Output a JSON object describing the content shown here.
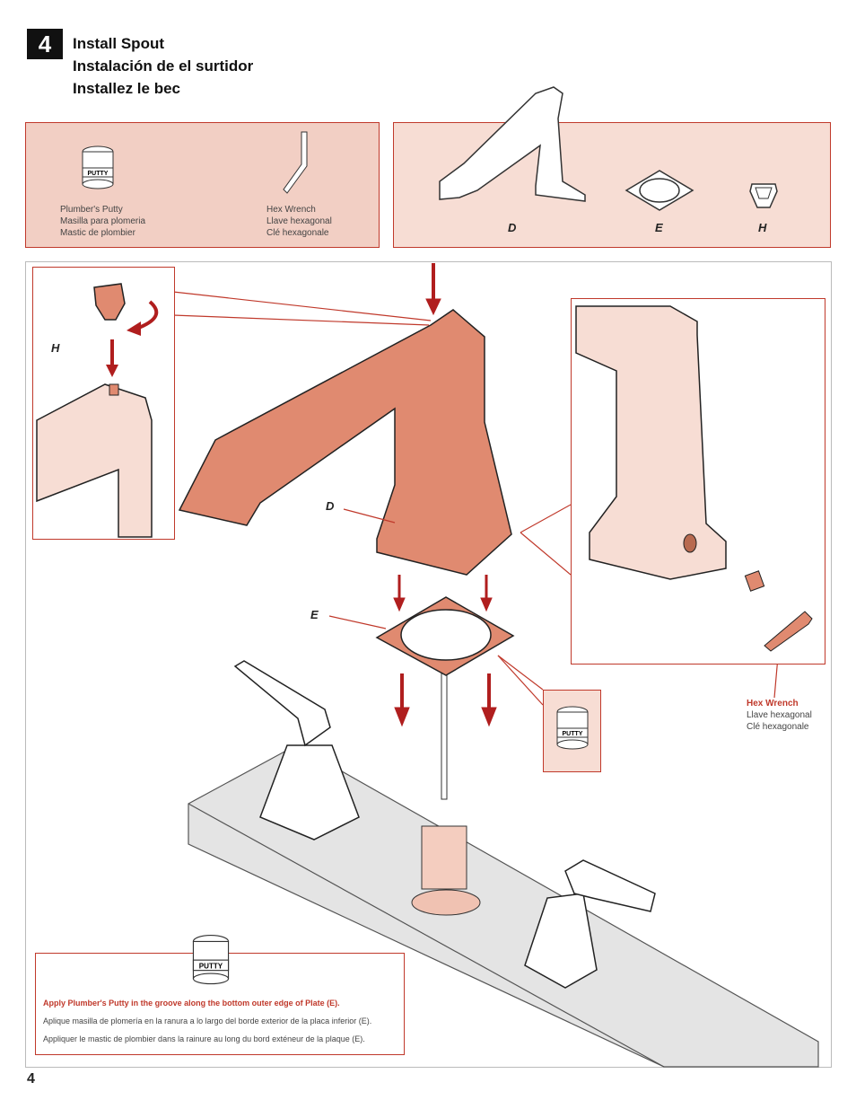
{
  "step": "4",
  "title": {
    "en": "Install Spout",
    "es": "Instalación de el surtidor",
    "fr": "Installez le bec"
  },
  "tools": {
    "putty": {
      "en": "Plumber's Putty",
      "es": "Masilla para plomeria",
      "fr": "Mastic de plombier",
      "icon": "putty-jar-icon",
      "jar_label": "PUTTY"
    },
    "wrench": {
      "en": "Hex Wrench",
      "es": "Llave hexagonal",
      "fr": "Clé hexagonale",
      "icon": "hex-wrench-icon"
    }
  },
  "parts": {
    "d": "D",
    "e": "E",
    "h": "H"
  },
  "callouts": {
    "h": "H",
    "d": "D",
    "e": "E"
  },
  "hex_callout": {
    "en": "Hex Wrench",
    "es": "Llave hexagonal",
    "fr": "Clé hexagonale"
  },
  "note": {
    "en": "Apply Plumber's Putty in the groove along the bottom outer edge of Plate (E).",
    "es": "Aplique masilla de plomería en la ranura a lo largo del borde exterior de la placa inferior (E).",
    "fr": "Appliquer le mastic de plombier dans la rainure au long du bord exténeur de la plaque (E)."
  },
  "page_number": "4",
  "colors": {
    "accent": "#c0392b",
    "copper": "#e08a70",
    "panel_pink": "#f2cfc4"
  }
}
